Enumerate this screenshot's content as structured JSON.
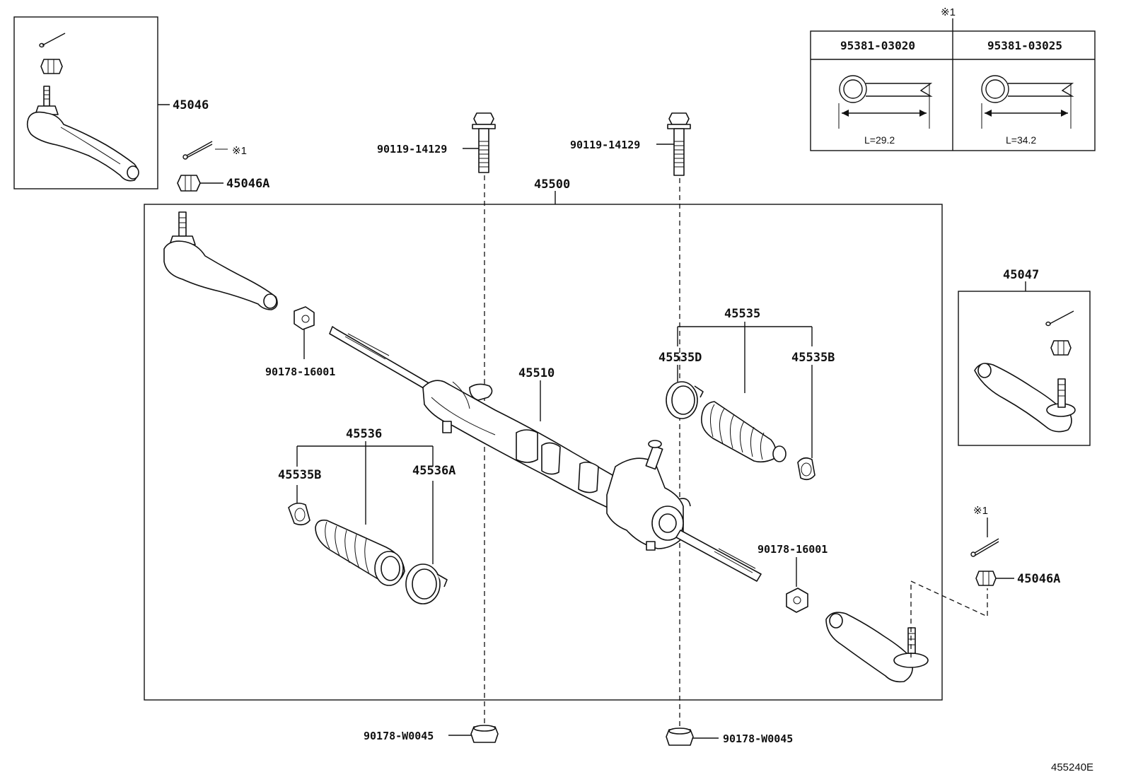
{
  "diagram": {
    "reference_code": "455240E",
    "cotter_pin_table": {
      "mark": "※1",
      "columns": [
        {
          "part_no": "95381-03020",
          "length": "L=29.2"
        },
        {
          "part_no": "95381-03025",
          "length": "L=34.2"
        }
      ]
    },
    "labels": {
      "tie_rod_end_lh": "45046",
      "tie_rod_end_rh": "45047",
      "nut_top": "45046A",
      "nut_bottom": "45046A",
      "cotter_mark_top": "※1",
      "cotter_mark_right": "※1",
      "rack_assy": "45500",
      "rack_housing": "45510",
      "bolt_left": "90119-14129",
      "bolt_right": "90119-14129",
      "lock_nut_left": "90178-16001",
      "lock_nut_right": "90178-16001",
      "boot_kit_right": "45535",
      "boot_clamp_right": "45535D",
      "boot_clip_right": "45535B",
      "boot_kit_left": "45536",
      "boot_clip_left": "45535B",
      "boot_clamp_left": "45536A",
      "mount_nut_left": "90178-W0045",
      "mount_nut_right": "90178-W0045"
    }
  }
}
